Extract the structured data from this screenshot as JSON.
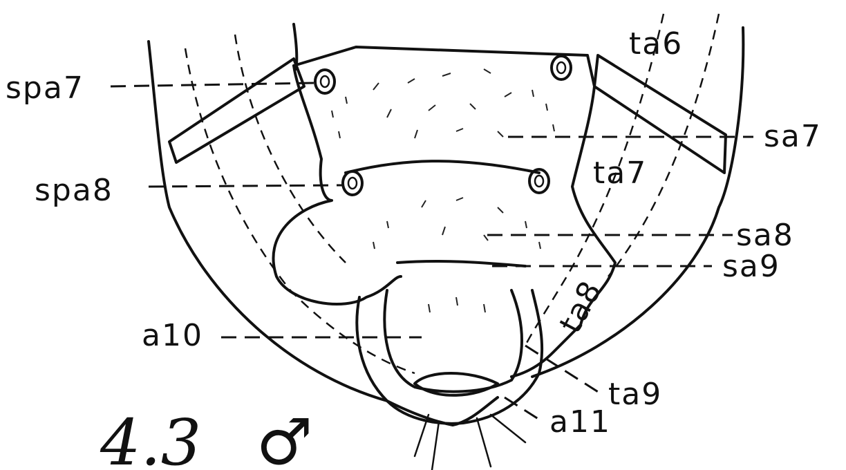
{
  "labels": {
    "spa7": "spa7",
    "spa8": "spa8",
    "a10": "a10",
    "ta6": "ta6",
    "sa7": "sa7",
    "ta7": "ta7",
    "sa8": "sa8",
    "sa9": "sa9",
    "ta8": "ta8",
    "ta9": "ta9",
    "a11": "a11"
  },
  "figure": {
    "number": "4.3",
    "sex_symbol": "♂"
  }
}
